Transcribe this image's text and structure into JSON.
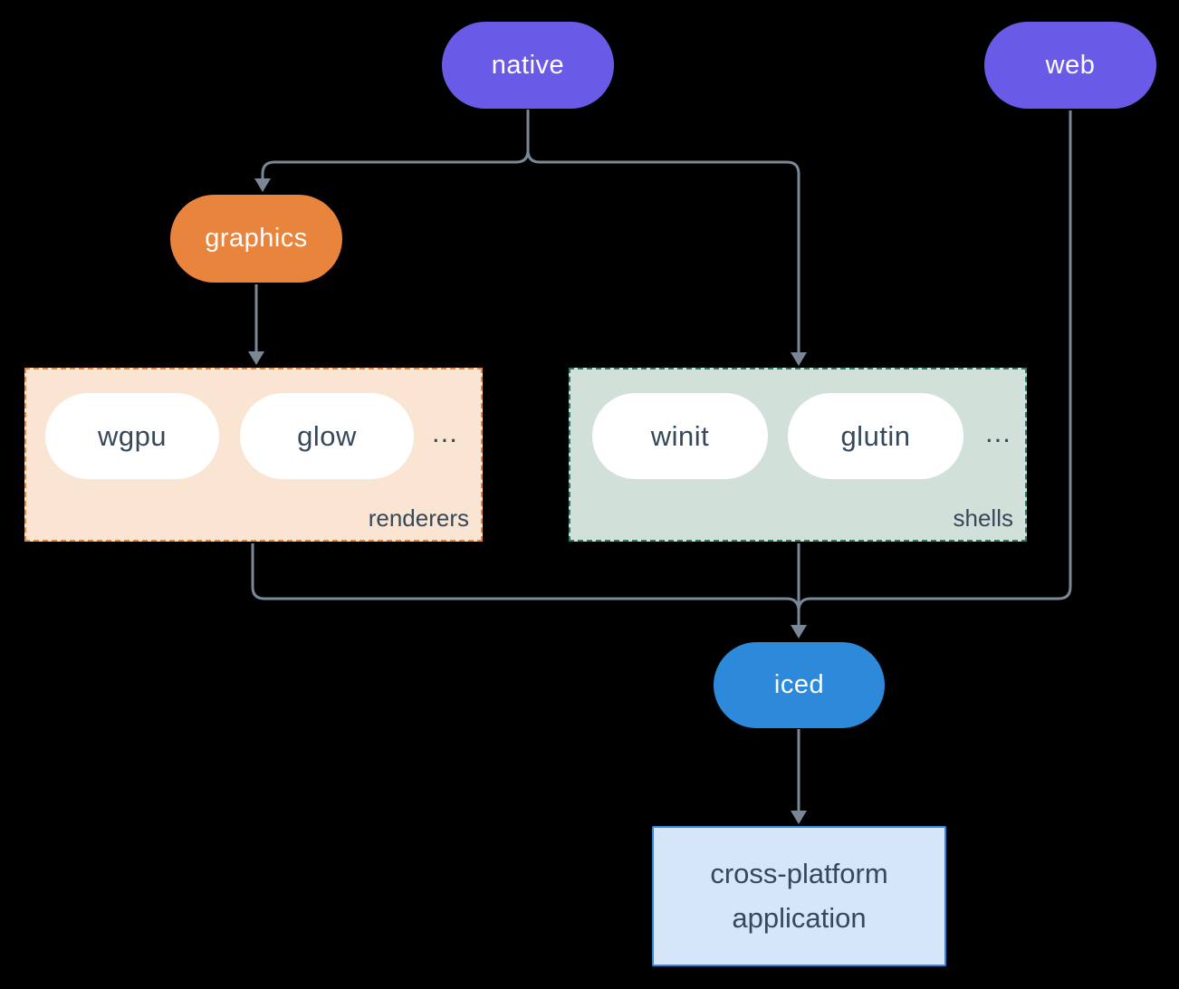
{
  "colors": {
    "background": "#000000",
    "purple": "#6A5AE8",
    "orange": "#E8843C",
    "blue": "#2D89DA",
    "line": "#7A8896",
    "dark_text": "#36485A",
    "white": "#FFFFFF",
    "renderers_fill": "#FAE4D2",
    "renderers_border": "#E8843C",
    "shells_fill": "#D2E0DA",
    "shells_border": "#2F7A6B",
    "app_fill": "#D5E6F8",
    "app_border": "#2F88DB"
  },
  "nodes": {
    "native": "native",
    "web": "web",
    "graphics": "graphics",
    "iced": "iced",
    "application": "cross-platform application"
  },
  "groups": {
    "renderers": {
      "label": "renderers",
      "ellipsis": "...",
      "items": [
        "wgpu",
        "glow"
      ]
    },
    "shells": {
      "label": "shells",
      "ellipsis": "...",
      "items": [
        "winit",
        "glutin"
      ]
    }
  }
}
